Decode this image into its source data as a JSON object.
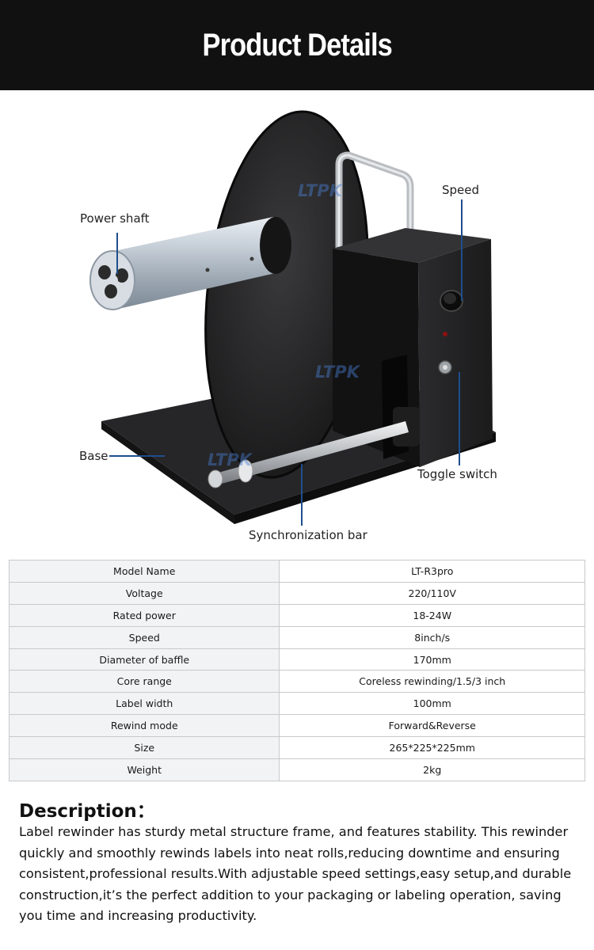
{
  "header": {
    "title": "Product Details"
  },
  "product": {
    "watermark": "LTPK",
    "callouts": {
      "power_shaft": "Power shaft",
      "speed": "Speed",
      "base": "Base",
      "toggle_switch": "Toggle switch",
      "synchronization_bar": "Synchronization bar"
    }
  },
  "specs": [
    {
      "label": "Model Name",
      "value": "LT-R3pro"
    },
    {
      "label": "Voltage",
      "value": "220/110V"
    },
    {
      "label": "Rated power",
      "value": "18-24W"
    },
    {
      "label": "Speed",
      "value": "8inch/s"
    },
    {
      "label": "Diameter of baffle",
      "value": "170mm"
    },
    {
      "label": "Core range",
      "value": "Coreless rewinding/1.5/3 inch"
    },
    {
      "label": "Label width",
      "value": "100mm"
    },
    {
      "label": "Rewind mode",
      "value": "Forward&Reverse"
    },
    {
      "label": "Size",
      "value": "265*225*225mm"
    },
    {
      "label": "Weight",
      "value": "2kg"
    }
  ],
  "description": {
    "title": "Description：",
    "body": "Label rewinder has sturdy metal structure frame, and features stability. This rewinder quickly and smoothly rewinds labels into neat rolls,reducing downtime and ensuring consistent,professional results.With adjustable speed settings,easy setup,and durable construction,it’s the perfect addition to your packaging or labeling operation, saving you time and increasing productivity."
  },
  "colors": {
    "header_bg": "#111111",
    "callout_line": "#1f4e8c",
    "watermark": "#4a7fd0"
  }
}
